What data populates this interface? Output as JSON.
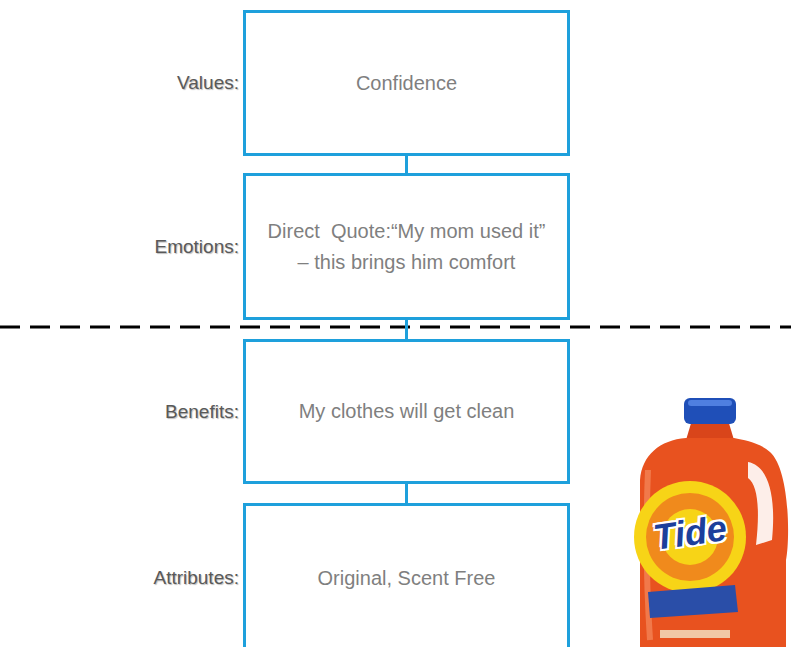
{
  "diagram": {
    "nodes": [
      {
        "text": [
          "Values:",
          "Confidence"
        ]
      },
      {
        "text": [
          "Emotions:",
          "Direct  Quote:“My mom used it” – this brings him comfort"
        ]
      },
      {
        "text": [
          "Benefits:",
          "My clothes will get clean"
        ]
      },
      {
        "text": [
          "Attributes:",
          "Original, Scent Free"
        ]
      }
    ],
    "edges": [
      {
        "from": 0,
        "to": 1,
        "arrow": "none"
      },
      {
        "from": 1,
        "to": 2,
        "arrow": "none"
      },
      {
        "from": 2,
        "to": 3,
        "arrow": "none"
      }
    ],
    "labels": [
      "Tide"
    ]
  }
}
